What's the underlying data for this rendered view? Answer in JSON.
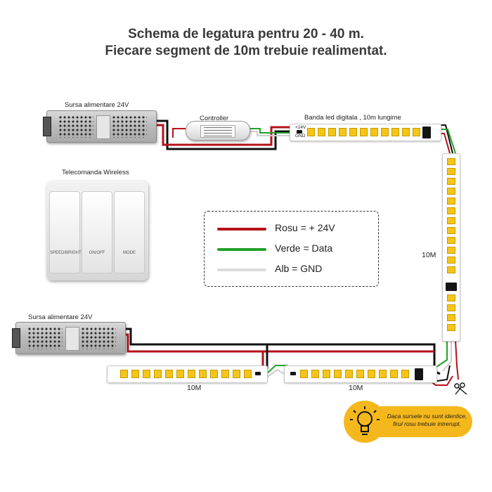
{
  "title": {
    "line1": "Schema de legatura pentru 20 - 40 m.",
    "line2": "Fiecare segment de 10m trebuie realimentat."
  },
  "labels": {
    "psu_top": "Sursa alimentare 24V",
    "psu_bottom": "Sursa alimentare 24V",
    "controller": "Controller",
    "strip_top": "Banda led digitala , 10m lungime",
    "remote": "Telecomanda Wireless",
    "pad_plus": "+24V",
    "pad_gnd": "GND",
    "seg_right": "10M",
    "seg_bottom_left": "10M",
    "seg_bottom_right": "10M"
  },
  "remote_buttons": [
    "SPEED/BRIGHT",
    "ON/OFF",
    "MODE"
  ],
  "legend": [
    {
      "color": "#b5121b",
      "text": "Rosu = + 24V"
    },
    {
      "color": "#22a12a",
      "text": "Verde = Data"
    },
    {
      "color": "#d9d9d9",
      "text": "Alb = GND"
    }
  ],
  "tip": {
    "line1": "Daca sursele nu sunt identice,",
    "line2": "firul rosu trebuie intrerupt."
  },
  "icons": [
    "lightbulb-icon",
    "scissors-icon"
  ],
  "colors": {
    "red": "#b5121b",
    "green": "#22a12a",
    "white": "#d9d9d9",
    "black": "#111111",
    "accent": "#f5b81c"
  }
}
